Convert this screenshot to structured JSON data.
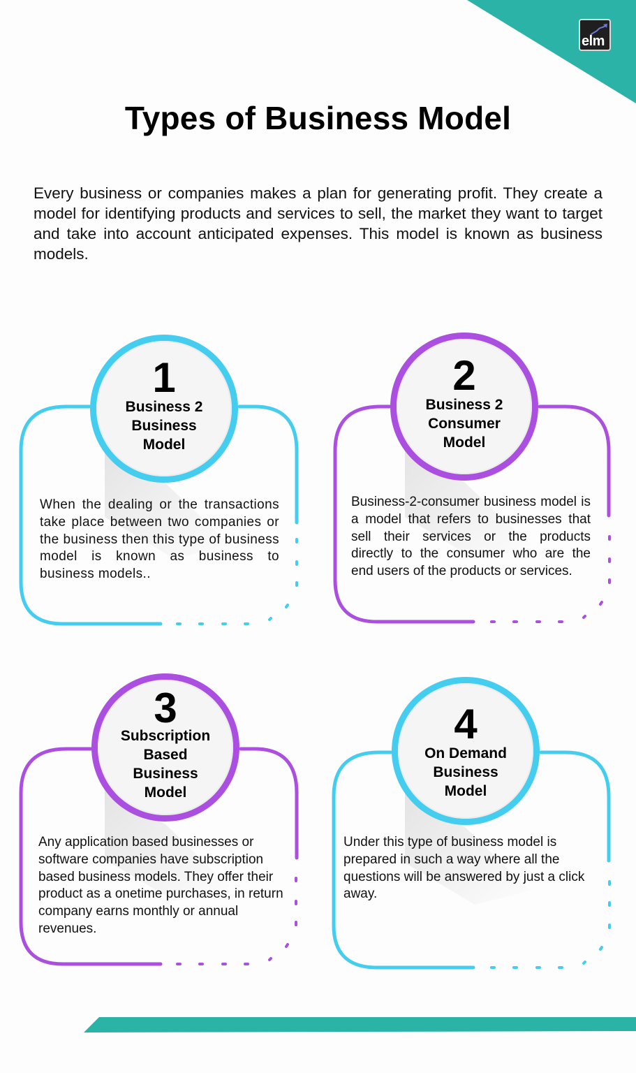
{
  "colors": {
    "teal": "#2bb3a8",
    "cyan": "#45cdef",
    "purple": "#ab4fe0",
    "background": "#fdfdfd"
  },
  "logo": {
    "text": "elm",
    "icon": "trend-arrow-icon"
  },
  "header": {
    "title": "Types of Business Model"
  },
  "intro": {
    "text": "Every business or companies makes a plan for generating profit. They create a model for identifying products and services to sell, the market they want to target and take into account anticipated expenses. This model is known as business models."
  },
  "cards": [
    {
      "number": "1",
      "title_lines": [
        "Business 2",
        "Business",
        "Model"
      ],
      "color": "#45cdef",
      "description": "When the dealing or the transactions take place between two companies or the business then this type of business model is known as business to business models.."
    },
    {
      "number": "2",
      "title_lines": [
        "Business 2",
        "Consumer",
        "Model"
      ],
      "color": "#ab4fe0",
      "description": "Business-2-consumer business model is a model that refers to businesses that sell their services or the products directly to the consumer who are the end users of the products or services."
    },
    {
      "number": "3",
      "title_lines": [
        "Subscription",
        "Based",
        "Business",
        "Model"
      ],
      "color": "#ab4fe0",
      "description": "Any application based businesses or software companies have subscription based business models. They offer their product as a onetime purchases, in return company earns monthly or annual revenues."
    },
    {
      "number": "4",
      "title_lines": [
        "On Demand",
        "Business",
        "Model"
      ],
      "color": "#45cdef",
      "description": "Under this type of business model is prepared in such a way where all the questions will be answered by just a click away."
    }
  ]
}
